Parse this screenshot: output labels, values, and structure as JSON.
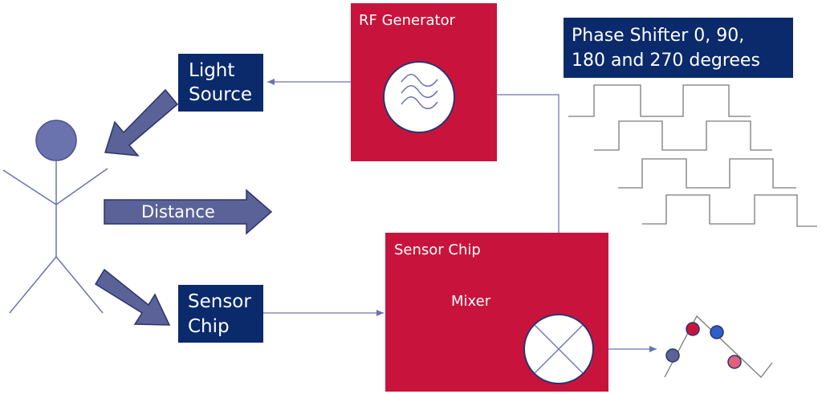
{
  "labels": {
    "rf_generator": "RF Generator",
    "light_source_line1": "Light",
    "light_source_line2": "Source",
    "sensor_chip_line1": "Sensor",
    "sensor_chip_line2": "Chip",
    "distance": "Distance",
    "sensor_chip_title": "Sensor Chip",
    "mixer": "Mixer",
    "phase_shifter_line1": "Phase Shifter 0, 90,",
    "phase_shifter_line2": "180 and 270 degrees"
  },
  "colors": {
    "navy": "#0a2a6b",
    "red": "#c8143c",
    "figure": "#6a73ad",
    "arrow_fill": "#5a6298",
    "line": "#6a73ad"
  }
}
